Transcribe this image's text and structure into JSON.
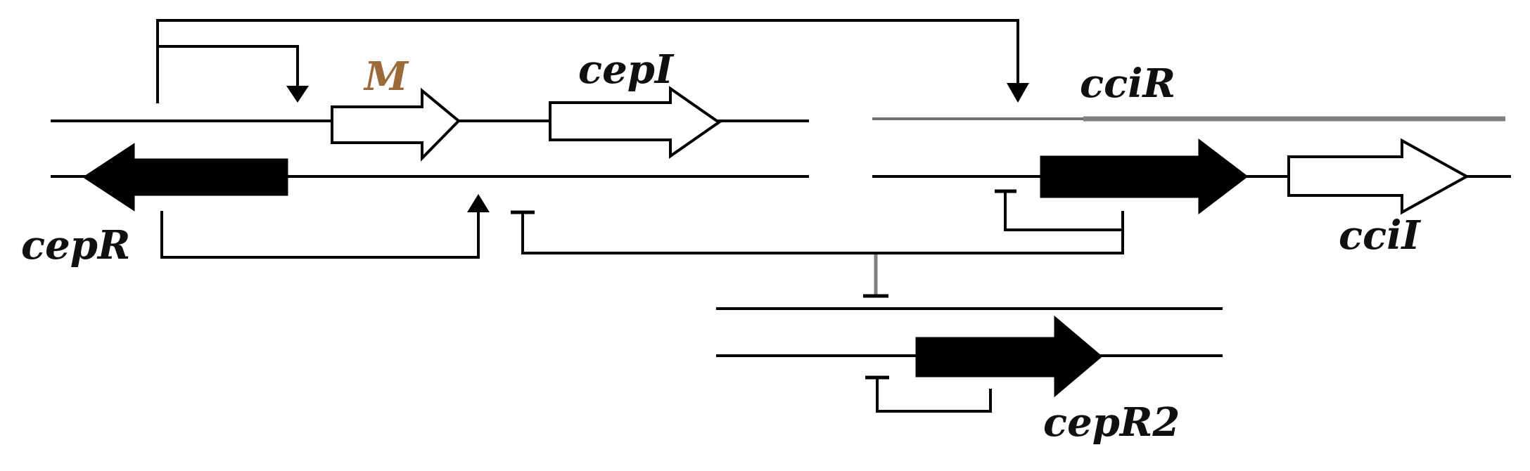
{
  "labels": {
    "cepR": "cepR",
    "M": "M",
    "cepI": "cepI",
    "cciR": "cciR",
    "cciI": "cciI",
    "cepR2": "cepR2"
  },
  "colors": {
    "line": "#000000",
    "gray_line": "#808080",
    "filled_arrow": "#000000",
    "open_arrow": "#ffffff",
    "label_dark": "#101010",
    "label_M": "#9a6a3a"
  },
  "icons": {
    "activation": "arrowhead",
    "repression": "t-bar"
  }
}
